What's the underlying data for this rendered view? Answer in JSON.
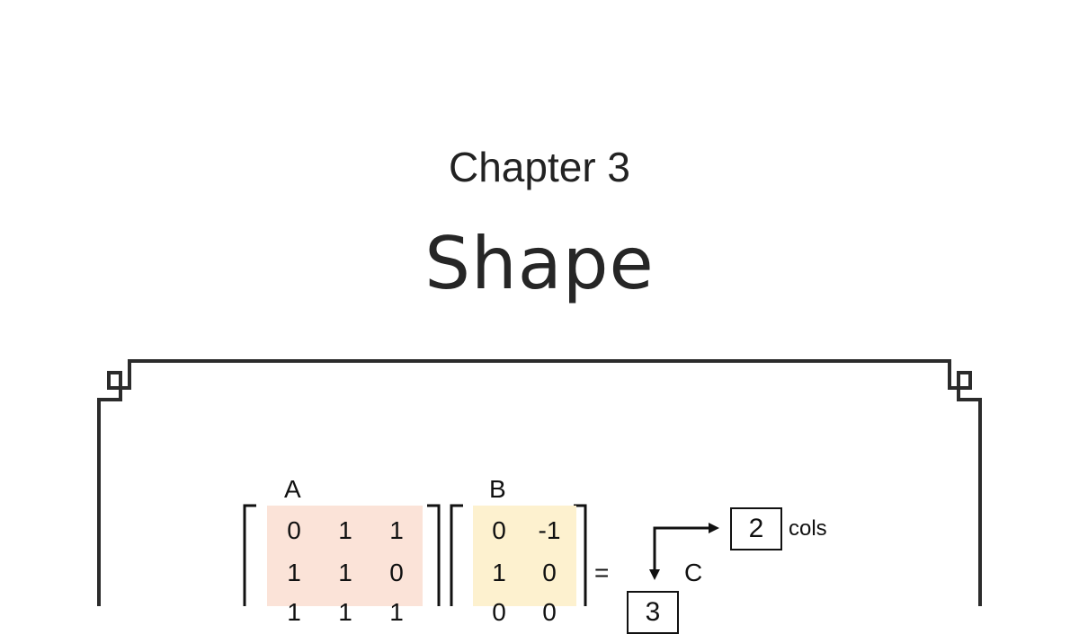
{
  "header": {
    "chapter": "Chapter 3",
    "title": "Shape"
  },
  "figure": {
    "matrix_a": {
      "label": "A",
      "rows": [
        [
          "0",
          "1",
          "1"
        ],
        [
          "1",
          "1",
          "0"
        ],
        [
          "1",
          "1",
          "1"
        ]
      ],
      "fill": "#fbe3d8"
    },
    "matrix_b": {
      "label": "B",
      "rows": [
        [
          "0",
          "-1"
        ],
        [
          "1",
          "0"
        ],
        [
          "0",
          "0"
        ]
      ],
      "fill": "#fdf1cf"
    },
    "equals": "=",
    "result_label": "C",
    "cols_value": "2",
    "cols_label": "cols",
    "rows_value": "3"
  }
}
